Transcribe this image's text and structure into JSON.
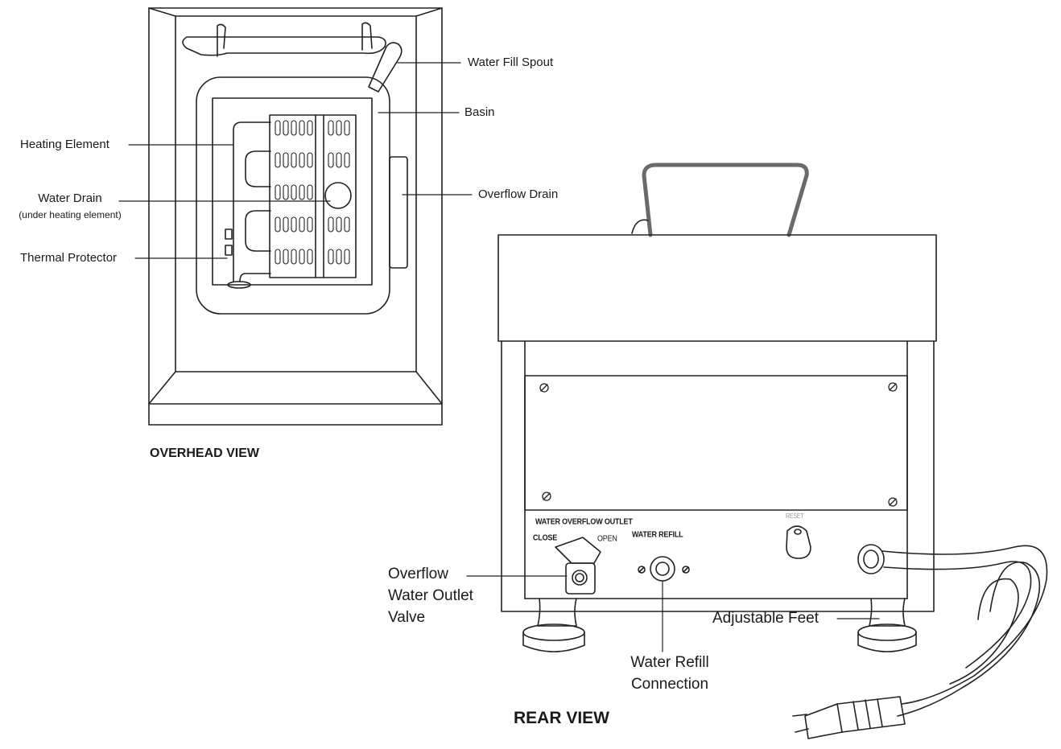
{
  "overhead": {
    "title": "OVERHEAD VIEW",
    "labels": {
      "water_fill_spout": "Water Fill Spout",
      "basin": "Basin",
      "heating_element": "Heating Element",
      "water_drain": "Water Drain",
      "water_drain_note": "(under heating element)",
      "overflow_drain": "Overflow Drain",
      "thermal_protector": "Thermal Protector"
    }
  },
  "rear": {
    "title": "REAR VIEW",
    "panel_labels": {
      "water_overflow_outlet": "WATER OVERFLOW OUTLET",
      "close": "CLOSE",
      "open": "OPEN",
      "water_refill": "WATER REFILL",
      "reset": "RESET"
    },
    "callouts": {
      "overflow_valve_line1": "Overflow",
      "overflow_valve_line2": "Water Outlet",
      "overflow_valve_line3": "Valve",
      "water_refill_line1": "Water Refill",
      "water_refill_line2": "Connection",
      "adjustable_feet": "Adjustable Feet"
    }
  }
}
